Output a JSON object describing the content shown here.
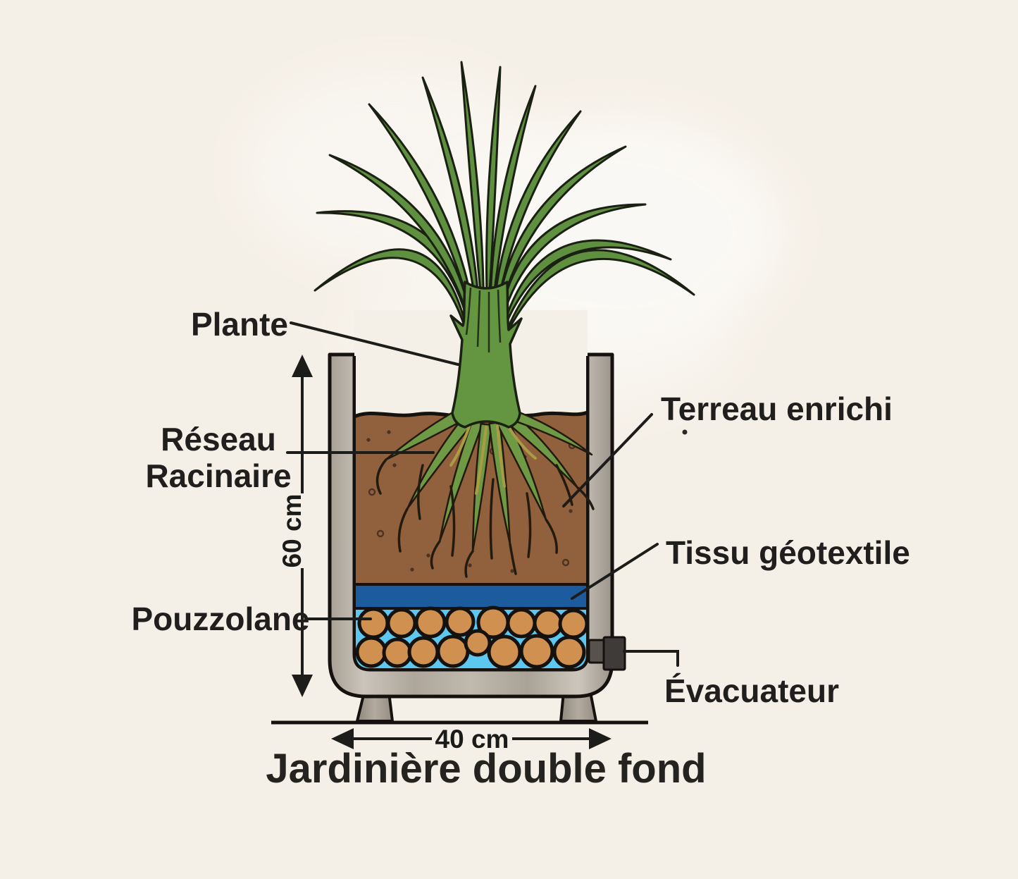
{
  "title": "Jardinière double fond",
  "annotations": {
    "plante": "Plante",
    "reseau_racinaire": [
      "Réseau",
      "Racinaire"
    ],
    "terreau_enrichi": "Terreau enrichi",
    "tissu_geotextile": "Tissu géotextile",
    "pouzzolane": "Pouzzolane",
    "evacuateur": "Évacuateur"
  },
  "dimensions": {
    "height_label": "60 cm",
    "width_label": "40 cm"
  },
  "colors": {
    "background": "#f5f0e7",
    "leaf_green": "#5f9040",
    "stem_green": "#649540",
    "soil_brown": "#91603d",
    "geotextile_blue": "#1c5b9d",
    "water_blue": "#5cc8ef",
    "pouzzolane_orange": "#d0904f",
    "container_gray": "#b7b0a5",
    "line_black": "#1c1c1a"
  }
}
